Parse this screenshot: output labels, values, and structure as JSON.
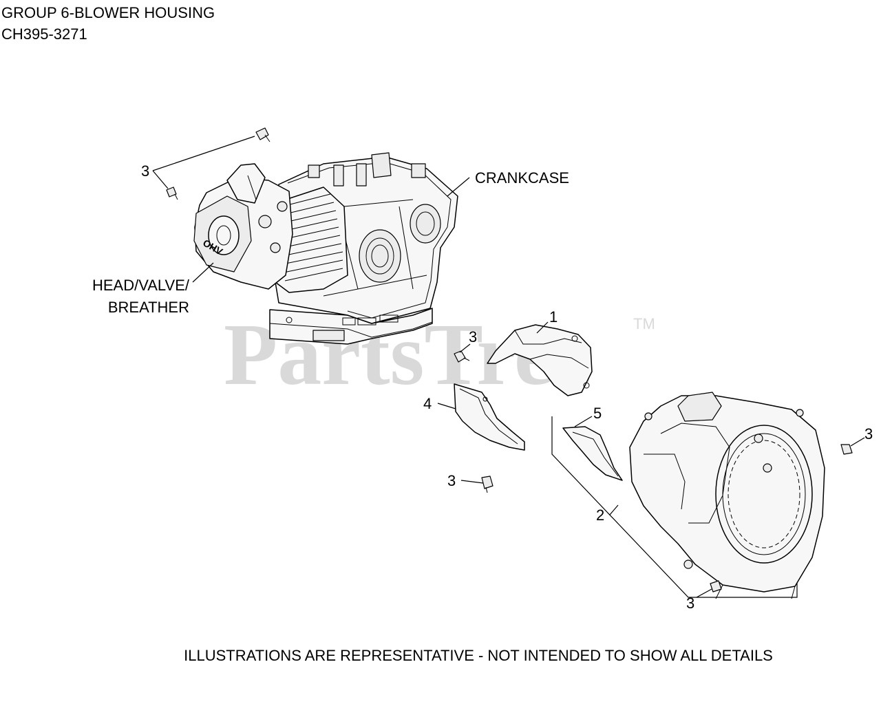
{
  "header": {
    "title": "GROUP 6-BLOWER HOUSING",
    "model": "CH395-3271"
  },
  "watermark": {
    "text": "PartsTree",
    "trademark": "TM"
  },
  "labels": {
    "crankcase": "CRANKCASE",
    "head_line1": "HEAD/VALVE/",
    "head_line2": "BREATHER",
    "ohv": "OHV"
  },
  "callouts": {
    "c1": "1",
    "c2": "2",
    "c3a": "3",
    "c3b": "3",
    "c3c": "3",
    "c3d": "3",
    "c3e": "3",
    "c4": "4",
    "c5": "5"
  },
  "footer": {
    "note": "ILLUSTRATIONS ARE REPRESENTATIVE - NOT INTENDED TO SHOW ALL DETAILS"
  },
  "colors": {
    "line": "#000000",
    "watermark": "#d9d9d9",
    "background": "#ffffff"
  }
}
